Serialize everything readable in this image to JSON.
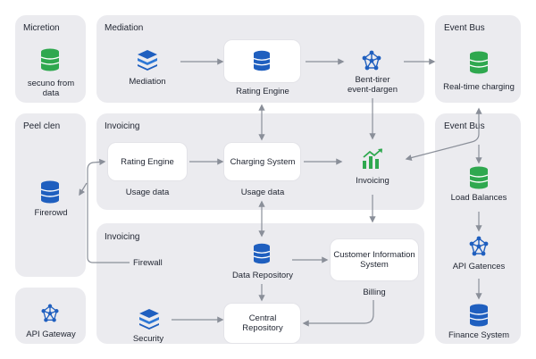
{
  "panels": {
    "micretion": "Micretion",
    "mediation": "Mediation",
    "event_bus_top": "Event Bus",
    "peel_clen": "Peel clen",
    "invoicing_mid": "Invoicing",
    "event_bus_right": "Event Bus",
    "invoicing_low": "Invoicing"
  },
  "nodes": {
    "secure_from_data": [
      "secuno from",
      "data"
    ],
    "mediation": "Mediation",
    "rating_engine_top": "Rating Engine",
    "event_dargen": [
      "Bent-tirer",
      "event-dargen"
    ],
    "realtime_charging": "Real-time charging",
    "firerowd": "Firerowd",
    "rating_engine_mid": "Rating Engine",
    "usage_data_1": "Usage data",
    "charging_system": "Charging System",
    "usage_data_2": "Usage data",
    "invoicing": "Invoicing",
    "load_balances": "Load Balances",
    "api_gatences": "API Gatences",
    "finance_system": "Finance System",
    "firewall": "Firewall",
    "data_repository": "Data Repository",
    "customer_info": [
      "Customer Information",
      "System"
    ],
    "billing": "Billing",
    "api_gateway": "API Gateway",
    "security": "Security",
    "central_repository": [
      "Central",
      "Repository"
    ]
  },
  "colors": {
    "panel_bg": "#ebebef",
    "database_icon": "#2fa84f",
    "primary_icon": "#1f5fbf",
    "arrow": "#8a8f99",
    "chart_icon": "#2fa84f"
  },
  "icons": {
    "database": "database-icon",
    "stack": "layers-icon",
    "network": "network-icon",
    "chart": "bar-chart-icon"
  }
}
